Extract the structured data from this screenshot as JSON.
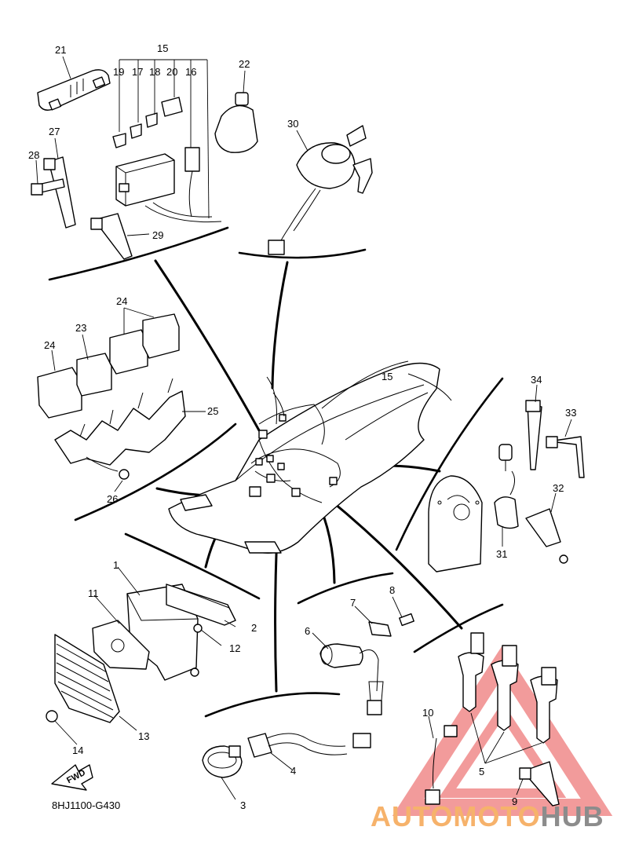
{
  "diagram": {
    "code": "8HJ1100-G430",
    "fwd_label": "FWD",
    "callouts": [
      "1",
      "2",
      "3",
      "4",
      "5",
      "6",
      "7",
      "8",
      "9",
      "10",
      "11",
      "12",
      "13",
      "14",
      "15",
      "15",
      "16",
      "17",
      "18",
      "19",
      "20",
      "21",
      "22",
      "23",
      "24",
      "24",
      "25",
      "26",
      "27",
      "28",
      "29",
      "30",
      "31",
      "32",
      "33",
      "34"
    ]
  },
  "watermark": {
    "part1": "AUTOMOTO",
    "part2": "HUB",
    "color1": "#f6b26b",
    "color2": "#8c8c8c",
    "triangle_color": "#e84a4a"
  },
  "colors": {
    "line": "#000000",
    "background": "#ffffff"
  }
}
